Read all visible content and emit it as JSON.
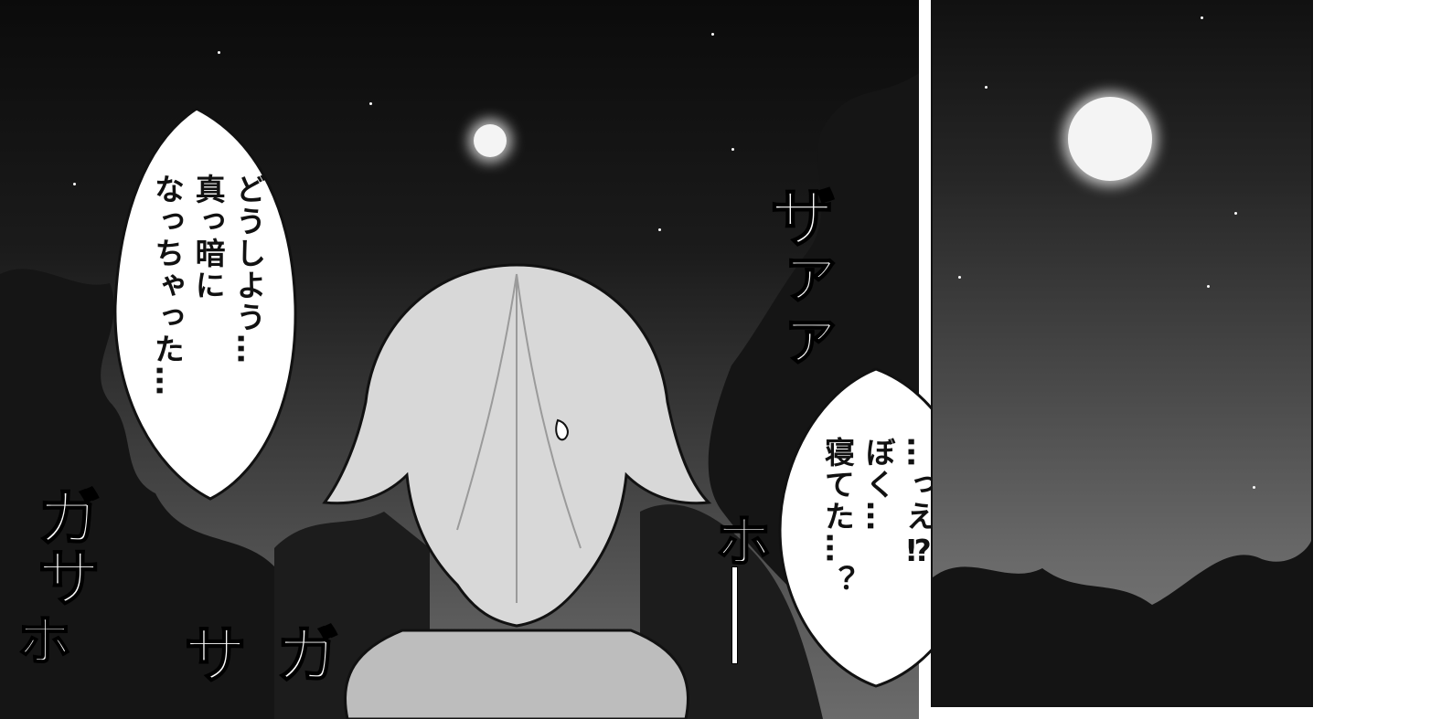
{
  "speech_left": "どうしよう…\n真っ暗に\nなっちゃった…",
  "speech_right": "…っえ⁉\nぼく…\n寝てた…？",
  "sfx_top": "ザァァ",
  "sfx_left_1": "ガサ",
  "sfx_left_2": "ガサ",
  "sfx_hot_left": "ホ",
  "sfx_hot_right": "ホ",
  "colors": {
    "ink": "#111111",
    "sky_dark": "#0b0b0b",
    "hair": "#d8d8d8",
    "white": "#ffffff"
  }
}
